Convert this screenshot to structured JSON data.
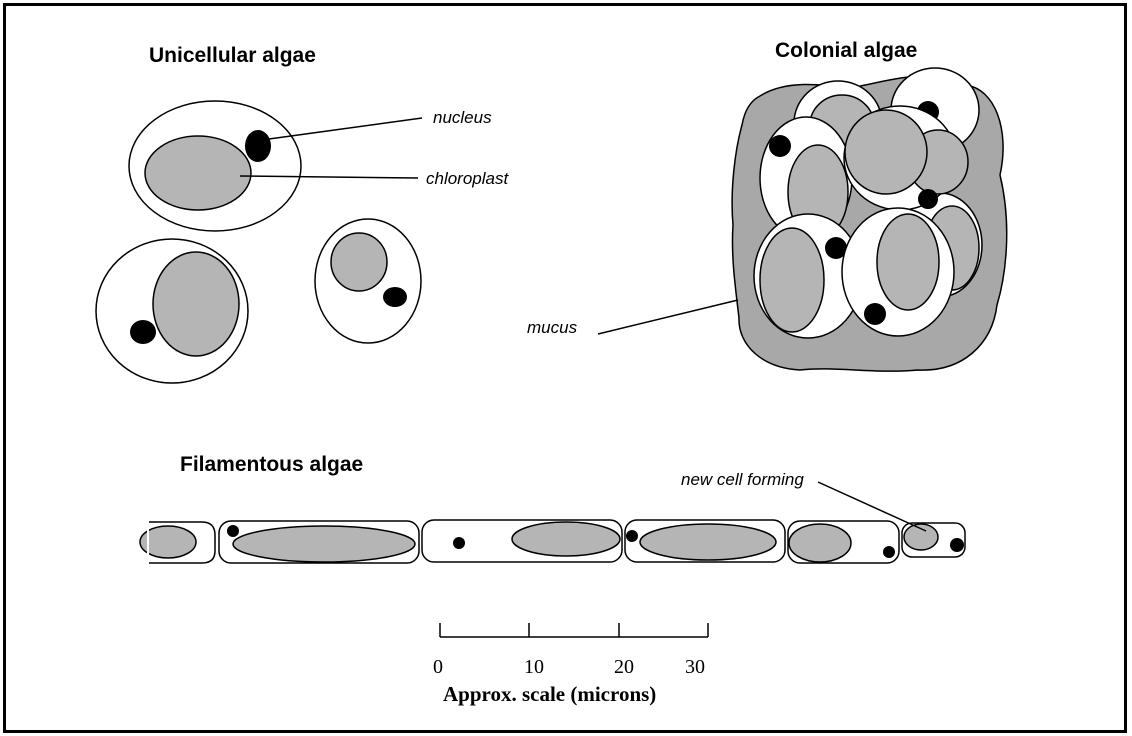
{
  "headings": {
    "unicellular": "Unicellular algae",
    "colonial": "Colonial algae",
    "filamentous": "Filamentous algae"
  },
  "labels": {
    "nucleus": "nucleus",
    "chloroplast": "chloroplast",
    "mucus": "mucus",
    "new_cell": "new cell forming"
  },
  "scale": {
    "title": "Approx. scale (microns)",
    "ticks": [
      "0",
      "10",
      "20",
      "30"
    ]
  },
  "colors": {
    "chloroplast_fill": "#b5b5b5",
    "mucus_fill": "#a8a8a8",
    "nucleus_fill": "#000000",
    "frame": "#000000"
  }
}
